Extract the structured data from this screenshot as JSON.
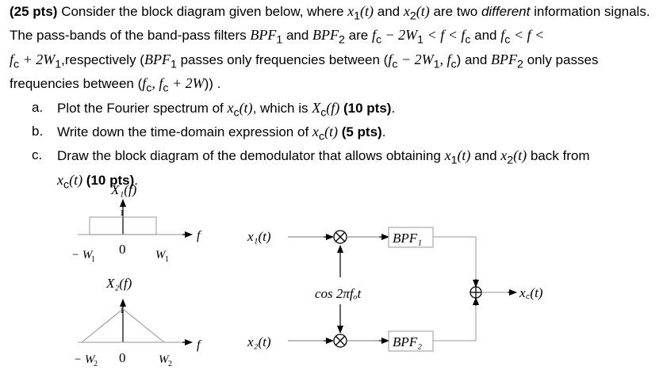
{
  "problem": {
    "points": "(25 pts)",
    "intro_1": " Consider the block diagram given below, where ",
    "x1": "x",
    "sub1": "1",
    "t_arg": "(t)",
    "and": " and ",
    "x2": "x",
    "sub2": "2",
    "intro_2": " are two ",
    "different": "different",
    "intro_3": " information signals. The pass-bands of the band-pass filters ",
    "bpf1": "BPF",
    "bpf2": "BPF",
    "intro_4": " and ",
    "intro_5": " are ",
    "cond1": "f",
    "cond1_rest": " − 2W",
    "cond1_end": " < f < f",
    "cond_and": " and ",
    "cond2": "f",
    "cond2_rest": " < f <",
    "cond3": "f",
    "cond3_rest": " + 2W",
    "intro_6": ",respectively (",
    "intro_7": " passes only frequencies between (",
    "range1": "f",
    "range1_rest": " − 2W",
    "range1_end": ", f",
    "intro_8": ") and ",
    "intro_9": " only passes frequencies between (",
    "range2": "f",
    "range2_mid": ", f",
    "range2_rest": " + 2W",
    "intro_10": ")) ."
  },
  "parts": [
    {
      "label": "a.",
      "text_1": "Plot the Fourier spectrum of ",
      "sym1": "x",
      "sub1": "c",
      "arg1": "(t)",
      "text_2": ", which is ",
      "sym2": "X",
      "sub2": "c",
      "arg2": "(f)",
      "pts": " (10 pts)",
      "end": "."
    },
    {
      "label": "b.",
      "text_1": "Write down the time-domain expression of ",
      "sym1": "x",
      "sub1": "c",
      "arg1": "(t)",
      "pts": " (5 pts)",
      "end": "."
    },
    {
      "label": "c.",
      "text_1": "Draw the block diagram of the demodulator that allows obtaining ",
      "x1": "x",
      "s1": "1",
      "a1": "(t)",
      "and": " and ",
      "x2": "x",
      "s2": "2",
      "a2": "(t)",
      "text_2": " back from",
      "sym": "x",
      "sub": "c",
      "arg": "(t)",
      "pts": " (10 pts)",
      "end": "."
    }
  ],
  "diagram": {
    "spec1_title": "X₁(f)",
    "spec1_amp": "1",
    "spec1_neg": "− W",
    "spec1_neg_sub": "1",
    "spec1_zero": "0",
    "spec1_pos": "W",
    "spec1_pos_sub": "1",
    "spec2_title": "X₂(f)",
    "spec2_amp": "1",
    "spec2_neg": "− W",
    "spec2_neg_sub": "2",
    "spec2_zero": "0",
    "spec2_pos": "W",
    "spec2_pos_sub": "2",
    "f_axis": "f",
    "in1": "x₁(t)",
    "in2": "x₂(t)",
    "carrier": "cos 2πfₒt",
    "bpf1_label": "BPF₁",
    "bpf2_label": "BPF₂",
    "output": "x꜀(t)"
  }
}
